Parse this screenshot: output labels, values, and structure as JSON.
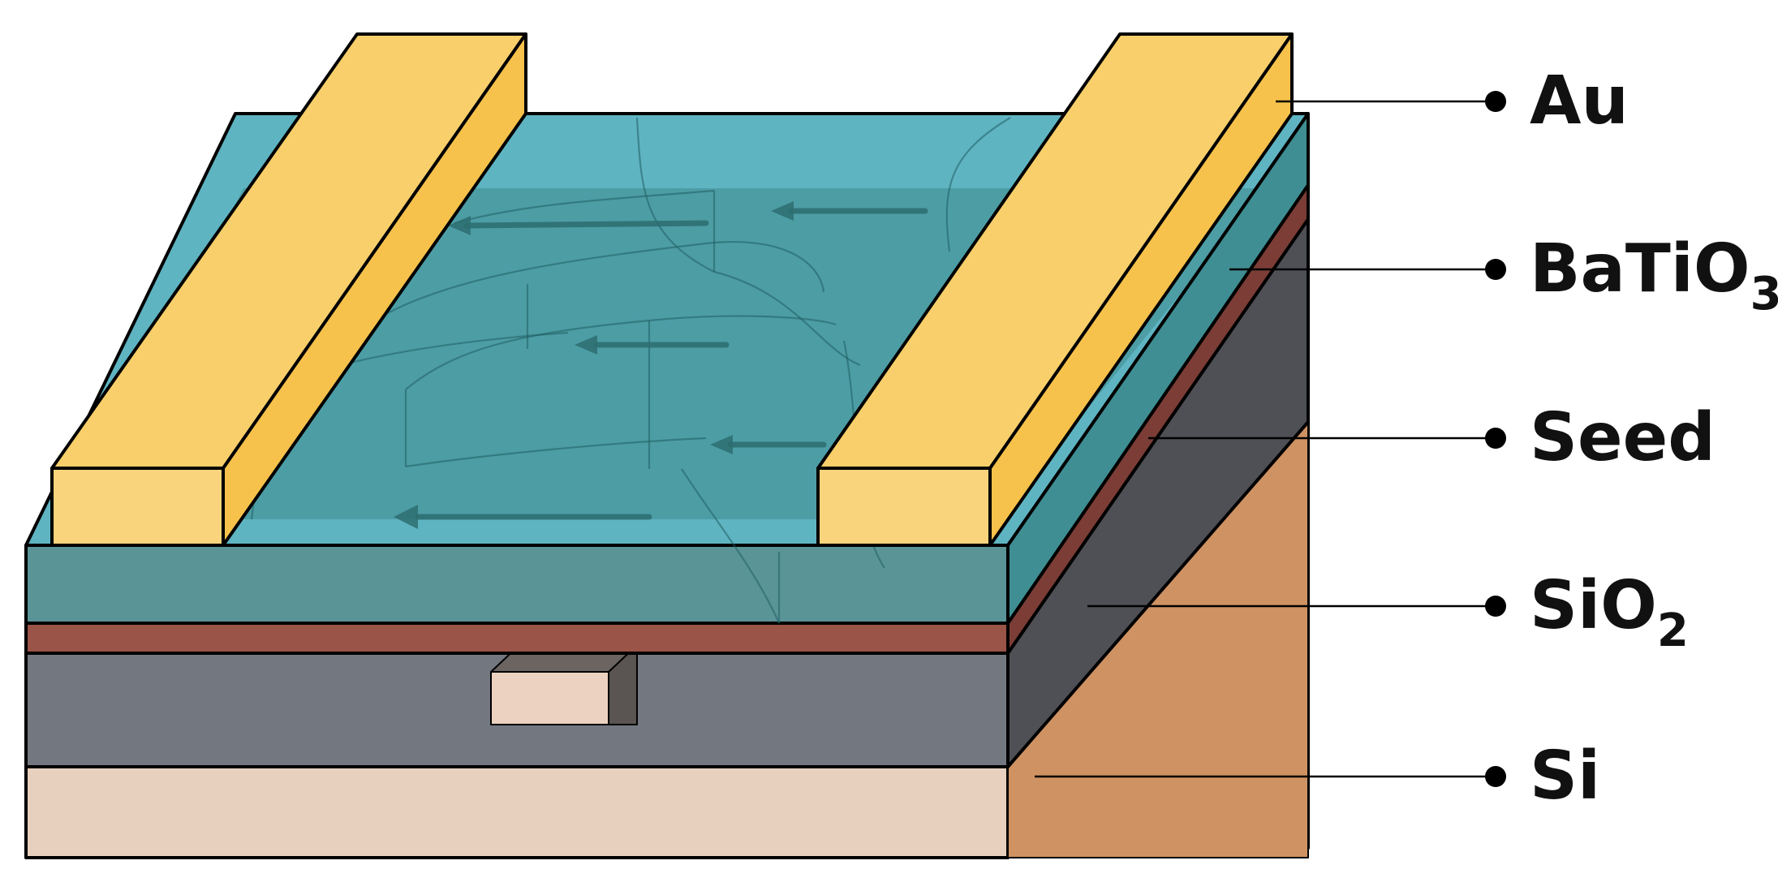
{
  "layers": [
    {
      "id": "au",
      "label": "Au",
      "subscript": "",
      "color": "#f8cf6a"
    },
    {
      "id": "batio3",
      "label": "BaTiO",
      "subscript": "3",
      "color": "#5fb8c6"
    },
    {
      "id": "seed",
      "label": "Seed",
      "subscript": "",
      "color": "#8e4c44"
    },
    {
      "id": "sio2",
      "label": "SiO",
      "subscript": "2",
      "color": "#737880"
    },
    {
      "id": "si",
      "label": "Si",
      "subscript": "",
      "color": "#e8d0be"
    }
  ]
}
